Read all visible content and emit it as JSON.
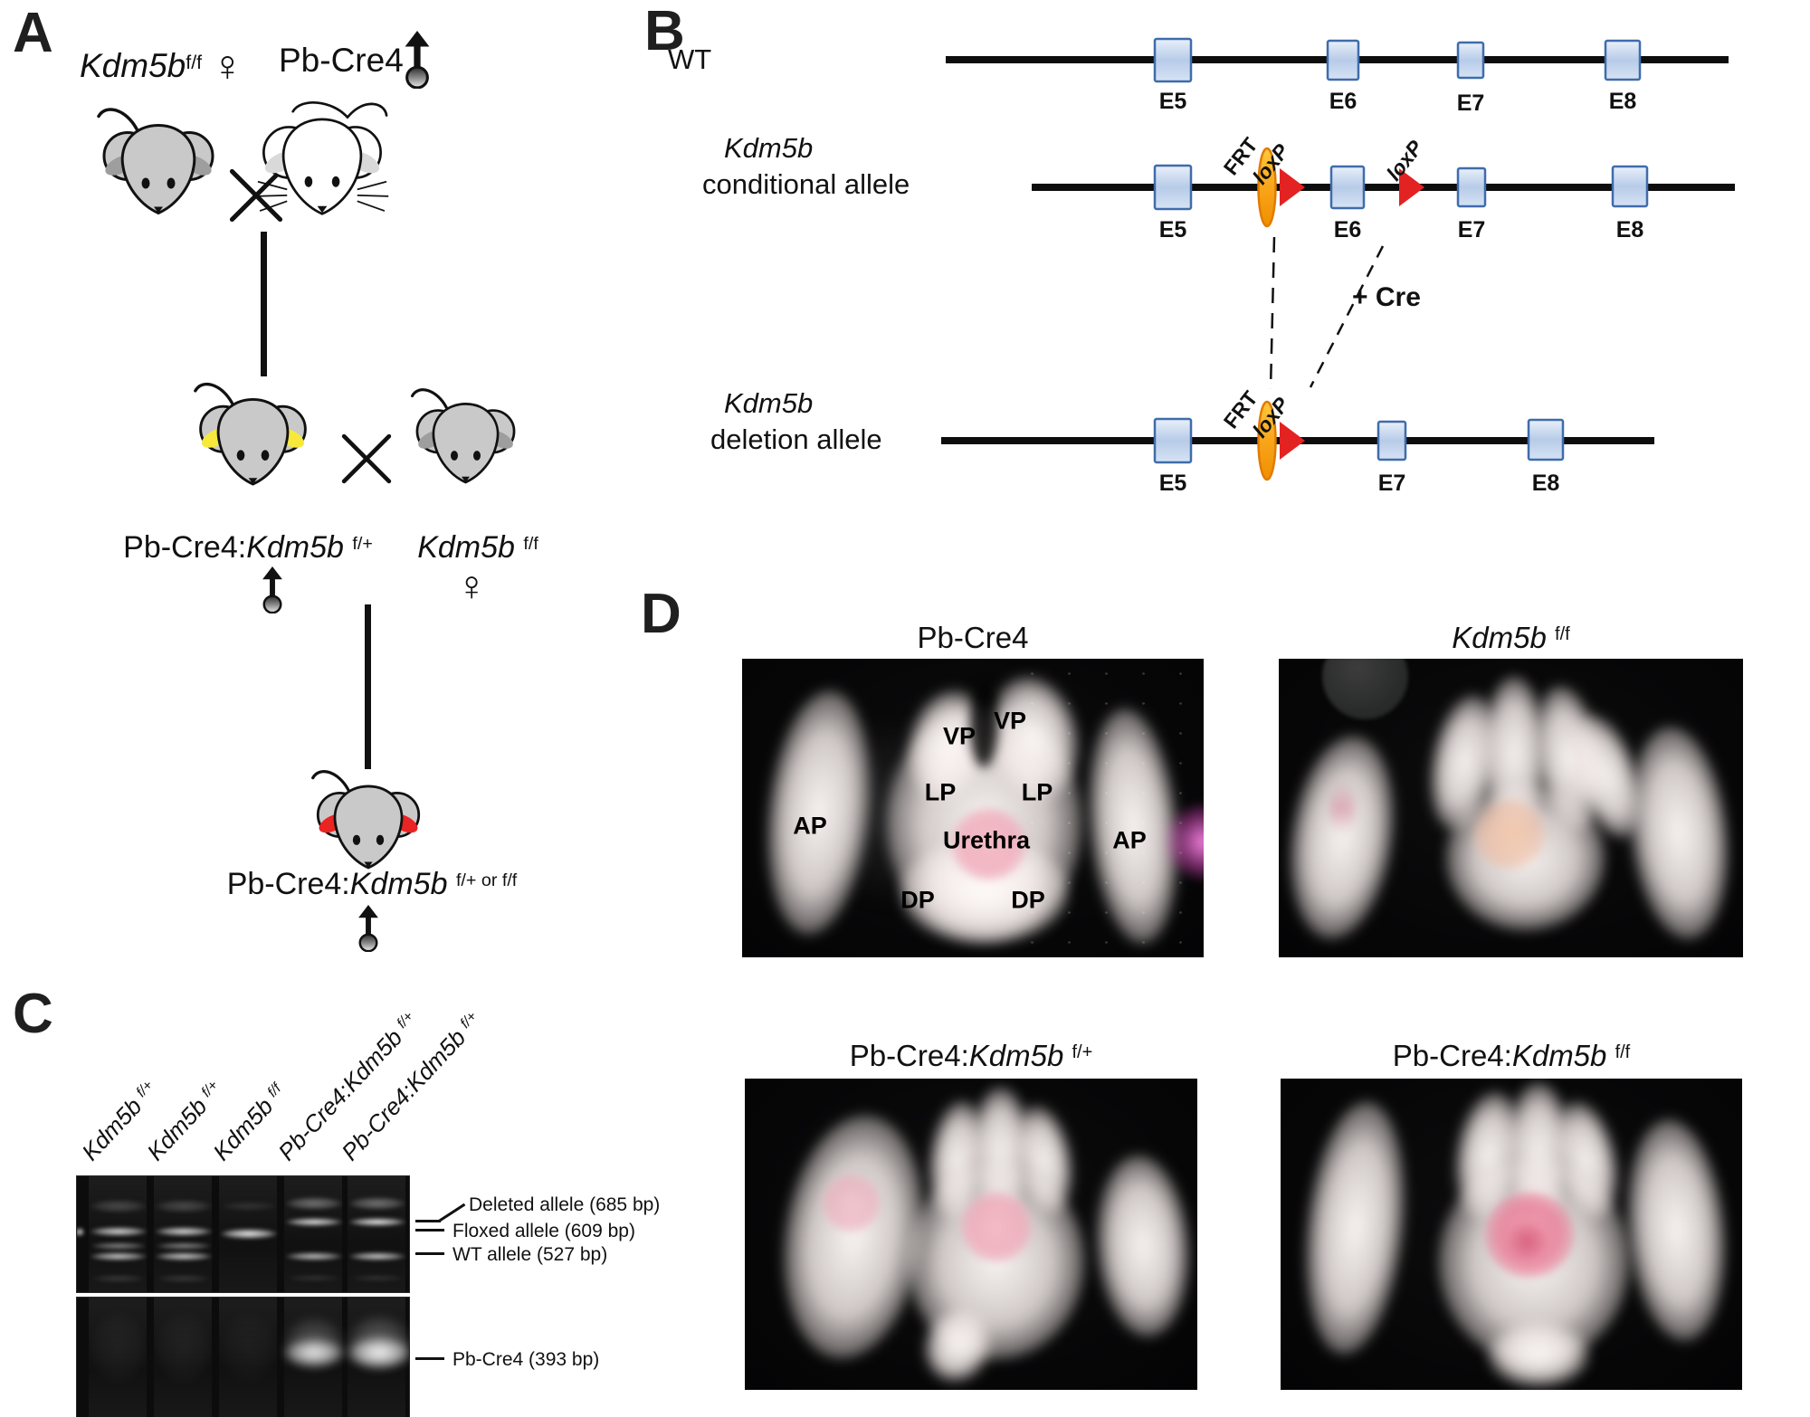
{
  "panels": {
    "A": {
      "label": "A",
      "female_symbol": "♀",
      "female_parent": {
        "gene": "Kdm5b",
        "sup": "f/f"
      },
      "male_parent": {
        "name": "Pb-Cre4"
      },
      "f1_male": {
        "prefix": "Pb-Cre4:",
        "gene": "Kdm5b",
        "sup": "f/+"
      },
      "f1_female": {
        "gene": "Kdm5b",
        "sup": "f/f"
      },
      "offspring": {
        "prefix": "Pb-Cre4:",
        "gene": "Kdm5b",
        "sup": "f/+ or f/f"
      },
      "colors": {
        "mouse_body_gray": "#c9c9c9",
        "mouse_body_white": "#ffffff",
        "inner_ear_gray": "#9e9e9e",
        "inner_ear_white": "#d9d9d9",
        "f1_cre_ear_yellow": "#f6e93c",
        "offspring_cre_ear_red": "#ea2323"
      }
    },
    "B": {
      "label": "B",
      "wt": {
        "name": "WT",
        "exons": [
          "E5",
          "E6",
          "E7",
          "E8"
        ]
      },
      "conditional": {
        "name": "Kdm5b",
        "desc": "conditional allele",
        "exons": [
          "E5",
          "E6",
          "E7",
          "E8"
        ],
        "frt": "FRT",
        "loxp1": "loxP",
        "loxp2": "loxP"
      },
      "deletion": {
        "name": "Kdm5b",
        "desc": "deletion allele",
        "exons": [
          "E5",
          "E7",
          "E8"
        ],
        "frt": "FRT",
        "loxp": "loxP"
      },
      "cre": "+ Cre",
      "colors": {
        "exon_fill": "#bdd0ea",
        "exon_border": "#3f6cab",
        "frt_orange": "#f9a51a",
        "loxp_red": "#e32222"
      }
    },
    "C": {
      "label": "C",
      "lanes": [
        {
          "text": "Kdm5b",
          "sup": "f/+"
        },
        {
          "text": "Kdm5b",
          "sup": "f/+"
        },
        {
          "text": "Kdm5b",
          "sup": "f/f"
        },
        {
          "text": "Pb-Cre4:Kdm5b",
          "sup": "f/+"
        },
        {
          "text": "Pb-Cre4:Kdm5b",
          "sup": "f/+"
        }
      ],
      "annotations": {
        "deleted": "Deleted allele (685 bp)",
        "floxed": "Floxed allele (609 bp)",
        "wt": "WT allele (527 bp)",
        "cre": "Pb-Cre4 (393 bp)"
      }
    },
    "D": {
      "label": "D",
      "photos": [
        {
          "title_prefix": "Pb-Cre4",
          "title_gene": "",
          "title_sup": "",
          "labels": {
            "vp1": "VP",
            "vp2": "VP",
            "lp1": "LP",
            "lp2": "LP",
            "urethra": "Urethra",
            "ap1": "AP",
            "ap2": "AP",
            "dp1": "DP",
            "dp2": "DP"
          }
        },
        {
          "title_prefix": "",
          "title_gene": "Kdm5b",
          "title_sup": "f/f"
        },
        {
          "title_prefix": "Pb-Cre4:",
          "title_gene": "Kdm5b",
          "title_sup": "f/+"
        },
        {
          "title_prefix": "Pb-Cre4:",
          "title_gene": "Kdm5b",
          "title_sup": "f/f"
        }
      ]
    }
  }
}
